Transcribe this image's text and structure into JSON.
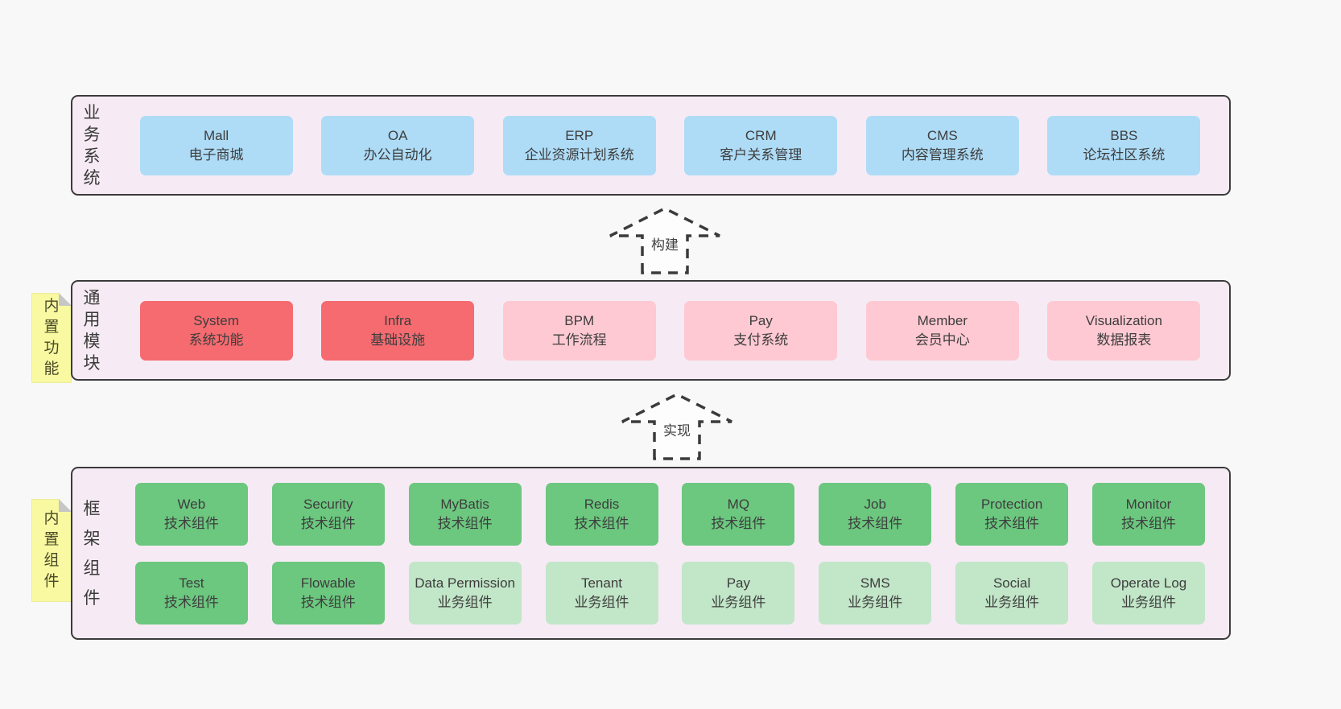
{
  "colors": {
    "page_bg": "#f8f8f8",
    "band_bg": "#f6ebf4",
    "band_border": "#3b3b3b",
    "box_blue": "#aedcf7",
    "box_red": "#f56b70",
    "box_pink": "#fec9d2",
    "box_green_dark": "#6cc77f",
    "box_green_light": "#c2e6c8",
    "sticky_yellow": "#f8f9a0",
    "text": "#3d3d3d"
  },
  "arrows": [
    {
      "label": "构建"
    },
    {
      "label": "实现"
    }
  ],
  "bands": [
    {
      "label": "业务系统",
      "boxes": [
        {
          "title": "Mall",
          "subtitle": "电子商城",
          "variant": "blue"
        },
        {
          "title": "OA",
          "subtitle": "办公自动化",
          "variant": "blue"
        },
        {
          "title": "ERP",
          "subtitle": "企业资源计划系统",
          "variant": "blue"
        },
        {
          "title": "CRM",
          "subtitle": "客户关系管理",
          "variant": "blue"
        },
        {
          "title": "CMS",
          "subtitle": "内容管理系统",
          "variant": "blue"
        },
        {
          "title": "BBS",
          "subtitle": "论坛社区系统",
          "variant": "blue"
        }
      ]
    },
    {
      "label": "通用模块",
      "sticky": "内置功能",
      "boxes": [
        {
          "title": "System",
          "subtitle": "系统功能",
          "variant": "red"
        },
        {
          "title": "Infra",
          "subtitle": "基础设施",
          "variant": "red"
        },
        {
          "title": "BPM",
          "subtitle": "工作流程",
          "variant": "pink"
        },
        {
          "title": "Pay",
          "subtitle": "支付系统",
          "variant": "pink"
        },
        {
          "title": "Member",
          "subtitle": "会员中心",
          "variant": "pink"
        },
        {
          "title": "Visualization",
          "subtitle": "数据报表",
          "variant": "pink"
        }
      ]
    },
    {
      "label": "框架组件",
      "sticky": "内置组件",
      "rows": [
        [
          {
            "title": "Web",
            "subtitle": "技术组件",
            "variant": "green-dark"
          },
          {
            "title": "Security",
            "subtitle": "技术组件",
            "variant": "green-dark"
          },
          {
            "title": "MyBatis",
            "subtitle": "技术组件",
            "variant": "green-dark"
          },
          {
            "title": "Redis",
            "subtitle": "技术组件",
            "variant": "green-dark"
          },
          {
            "title": "MQ",
            "subtitle": "技术组件",
            "variant": "green-dark"
          },
          {
            "title": "Job",
            "subtitle": "技术组件",
            "variant": "green-dark"
          },
          {
            "title": "Protection",
            "subtitle": "技术组件",
            "variant": "green-dark"
          },
          {
            "title": "Monitor",
            "subtitle": "技术组件",
            "variant": "green-dark"
          }
        ],
        [
          {
            "title": "Test",
            "subtitle": "技术组件",
            "variant": "green-dark"
          },
          {
            "title": "Flowable",
            "subtitle": "技术组件",
            "variant": "green-dark"
          },
          {
            "title": "Data Permission",
            "subtitle": "业务组件",
            "variant": "green-light"
          },
          {
            "title": "Tenant",
            "subtitle": "业务组件",
            "variant": "green-light"
          },
          {
            "title": "Pay",
            "subtitle": "业务组件",
            "variant": "green-light"
          },
          {
            "title": "SMS",
            "subtitle": "业务组件",
            "variant": "green-light"
          },
          {
            "title": "Social",
            "subtitle": "业务组件",
            "variant": "green-light"
          },
          {
            "title": "Operate Log",
            "subtitle": "业务组件",
            "variant": "green-light"
          }
        ]
      ]
    }
  ]
}
